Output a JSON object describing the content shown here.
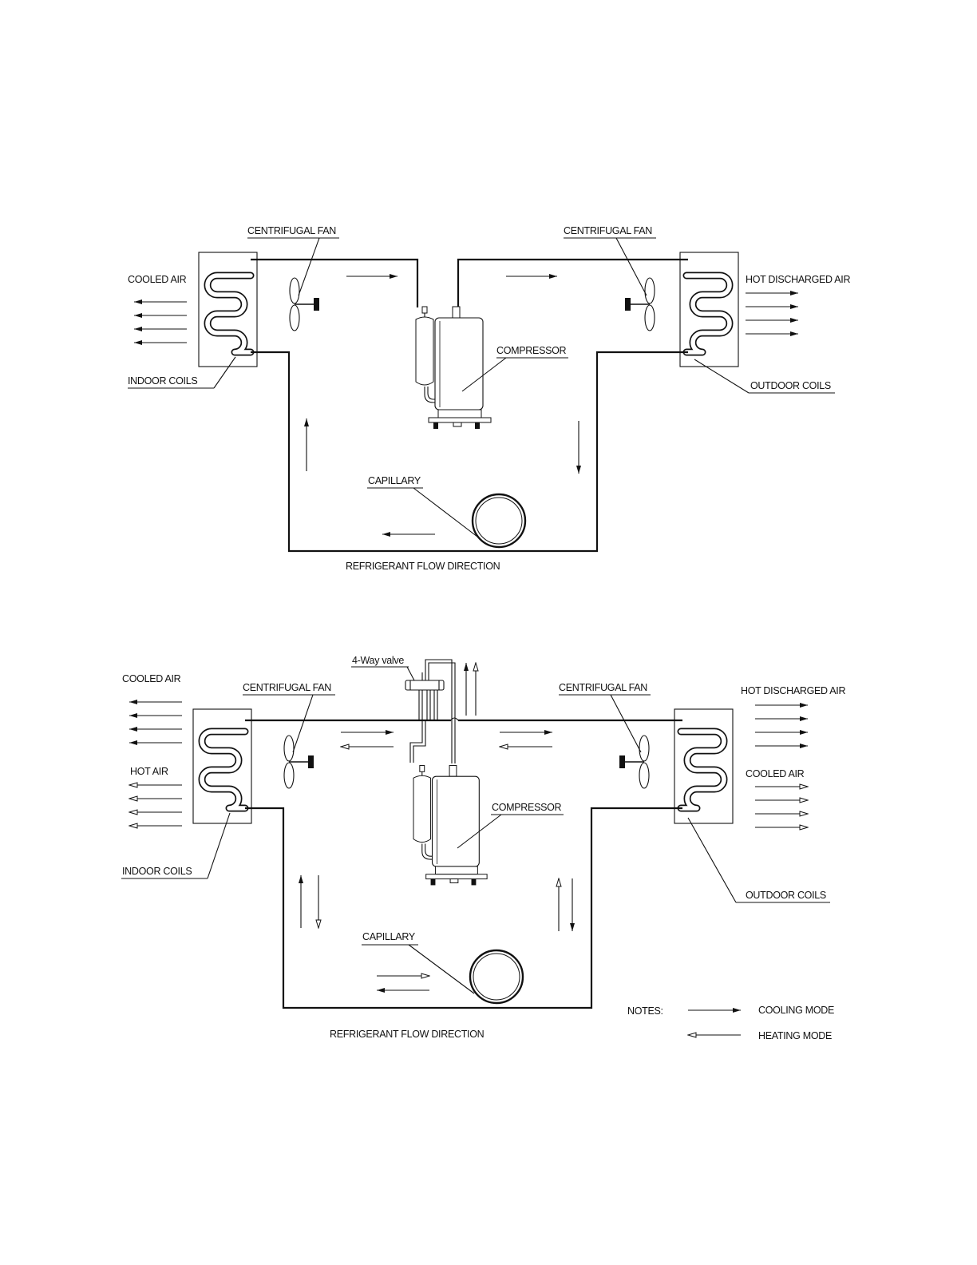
{
  "cooling_diagram": {
    "fan_left_label": "CENTRIFUGAL FAN",
    "fan_right_label": "CENTRIFUGAL FAN",
    "left_air_label": "COOLED AIR",
    "right_air_label": "HOT DISCHARGED AIR",
    "compressor_label": "COMPRESSOR",
    "indoor_coils_label": "INDOOR COILS",
    "outdoor_coils_label": "OUTDOOR COILS",
    "capillary_label": "CAPILLARY",
    "flow_label": "REFRIGERANT FLOW DIRECTION"
  },
  "heat_pump_diagram": {
    "valve_label": "4-Way valve",
    "left_cooled_air_label": "COOLED AIR",
    "left_hot_air_label": "HOT AIR",
    "fan_left_label": "CENTRIFUGAL FAN",
    "fan_right_label": "CENTRIFUGAL FAN",
    "right_hot_air_label": "HOT DISCHARGED AIR",
    "right_cooled_air_label": "COOLED AIR",
    "compressor_label": "COMPRESSOR",
    "indoor_coils_label": "INDOOR COILS",
    "outdoor_coils_label": "OUTDOOR COILS",
    "capillary_label": "CAPILLARY",
    "flow_label": "REFRIGERANT FLOW DIRECTION"
  },
  "legend": {
    "notes_label": "NOTES:",
    "cooling_mode_label": "COOLING MODE",
    "heating_mode_label": "HEATING MODE"
  }
}
